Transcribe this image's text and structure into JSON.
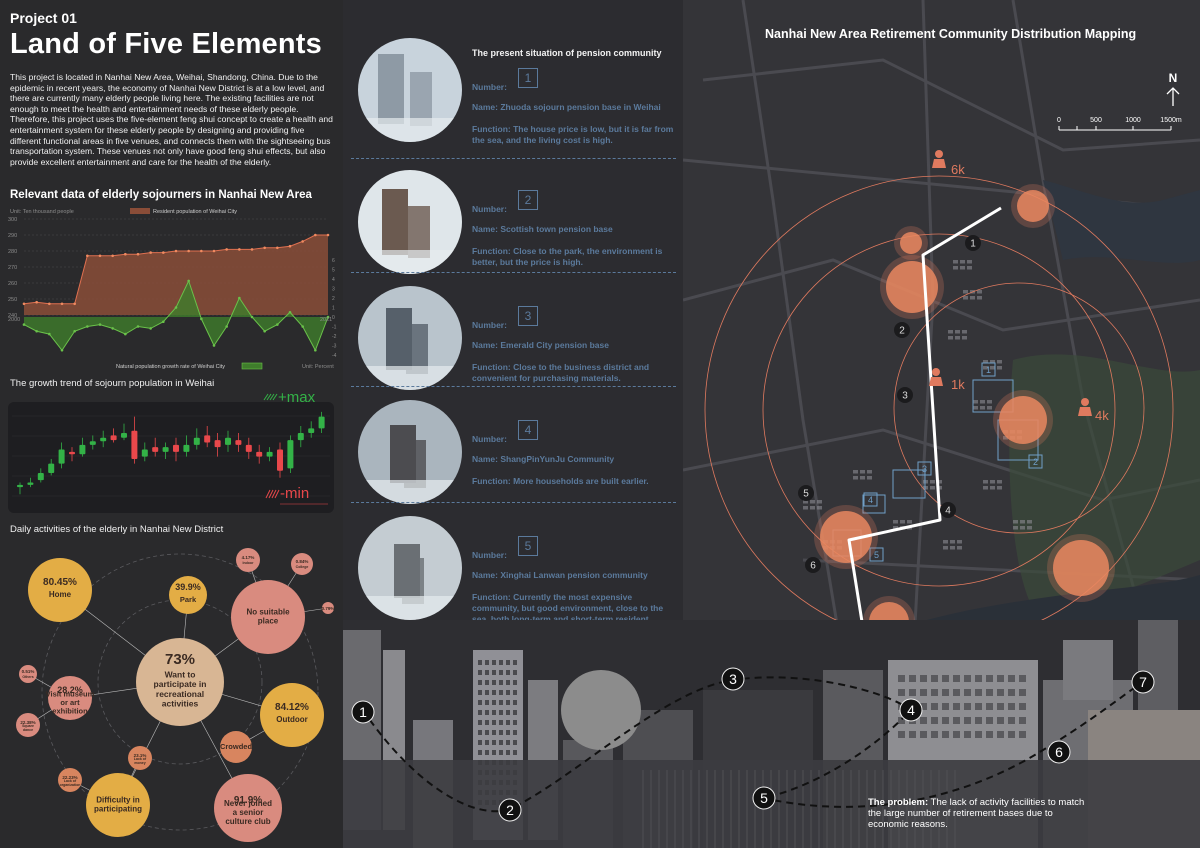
{
  "left": {
    "project_label": "Project 01",
    "title": "Land of Five Elements",
    "intro": "This project is located in Nanhai New Area, Weihai, Shandong, China. Due to the epidemic in recent years, the economy of Nanhai New District is at a low level, and there are currently many elderly people living here. The existing facilities are not enough to meet the health and entertainment needs of these elderly people. Therefore, this project uses the five-element feng shui concept to create a health and entertainment system for these elderly people by designing and providing five different functional areas in five venues, and connects them with the sightseeing bus transportation system. These venues not only have good feng shui effects, but also provide excellent entertainment and care for the health of the elderly.",
    "data_title": "Relevant data of elderly sojourners in Nanhai New Area",
    "growth_title": "The growth trend of sojourn population in Weihai",
    "daily_title": "Daily activities of the elderly in Nanhai New District",
    "max_label": "+max",
    "min_label": "-min"
  },
  "chart_data": [
    {
      "type": "area",
      "subtitle": "Unit: Ten thousand people",
      "legend_resident": "Resident population of Weihai City",
      "legend_growth": "Natural population growth rate of Weihai City",
      "unit_right": "Unit: Percent",
      "y_ticks": [
        300,
        290,
        280,
        270,
        260,
        250,
        240
      ],
      "y_right_ticks": [
        6,
        5,
        4,
        3,
        2,
        1,
        0,
        -1,
        -2,
        -3,
        -4
      ],
      "x_first": "2000",
      "x_last": "2021",
      "resident": [
        247,
        248,
        247,
        247,
        247,
        277,
        277,
        277,
        278,
        278,
        279,
        279,
        280,
        280,
        280,
        280,
        281,
        281,
        281,
        282,
        282,
        283,
        286,
        290,
        290
      ],
      "growth": [
        -0.8,
        -1.5,
        -1.8,
        -3.5,
        -1.5,
        -1.0,
        -0.8,
        -1.2,
        -1.8,
        -1.0,
        -1.2,
        -0.5,
        1.0,
        3.8,
        -0.2,
        -3.0,
        -1.0,
        2.0,
        0.0,
        -1.5,
        -0.8,
        0.5,
        -1.0,
        -3.5,
        0.0
      ]
    },
    {
      "type": "candlestick",
      "candles": [
        {
          "o": 36,
          "c": 38,
          "h": 40,
          "l": 30
        },
        {
          "o": 38,
          "c": 40,
          "h": 44,
          "l": 36
        },
        {
          "o": 42,
          "c": 48,
          "h": 52,
          "l": 40
        },
        {
          "o": 48,
          "c": 56,
          "h": 60,
          "l": 46
        },
        {
          "o": 56,
          "c": 68,
          "h": 74,
          "l": 52
        },
        {
          "o": 66,
          "c": 64,
          "h": 70,
          "l": 58
        },
        {
          "o": 64,
          "c": 72,
          "h": 78,
          "l": 62
        },
        {
          "o": 72,
          "c": 75,
          "h": 80,
          "l": 68
        },
        {
          "o": 75,
          "c": 78,
          "h": 84,
          "l": 70
        },
        {
          "o": 80,
          "c": 76,
          "h": 86,
          "l": 74
        },
        {
          "o": 78,
          "c": 82,
          "h": 90,
          "l": 76
        },
        {
          "o": 84,
          "c": 60,
          "h": 96,
          "l": 56
        },
        {
          "o": 62,
          "c": 68,
          "h": 74,
          "l": 58
        },
        {
          "o": 70,
          "c": 66,
          "h": 78,
          "l": 62
        },
        {
          "o": 66,
          "c": 70,
          "h": 74,
          "l": 60
        },
        {
          "o": 72,
          "c": 66,
          "h": 78,
          "l": 58
        },
        {
          "o": 66,
          "c": 72,
          "h": 80,
          "l": 62
        },
        {
          "o": 72,
          "c": 78,
          "h": 86,
          "l": 68
        },
        {
          "o": 80,
          "c": 74,
          "h": 88,
          "l": 70
        },
        {
          "o": 76,
          "c": 70,
          "h": 82,
          "l": 62
        },
        {
          "o": 72,
          "c": 78,
          "h": 84,
          "l": 66
        },
        {
          "o": 76,
          "c": 72,
          "h": 82,
          "l": 66
        },
        {
          "o": 72,
          "c": 66,
          "h": 78,
          "l": 60
        },
        {
          "o": 66,
          "c": 62,
          "h": 72,
          "l": 56
        },
        {
          "o": 62,
          "c": 66,
          "h": 70,
          "l": 58
        },
        {
          "o": 68,
          "c": 50,
          "h": 74,
          "l": 44
        },
        {
          "o": 52,
          "c": 76,
          "h": 80,
          "l": 48
        },
        {
          "o": 76,
          "c": 82,
          "h": 88,
          "l": 70
        },
        {
          "o": 82,
          "c": 86,
          "h": 92,
          "l": 78
        },
        {
          "o": 86,
          "c": 96,
          "h": 100,
          "l": 82
        }
      ]
    }
  ],
  "bubbles": [
    {
      "id": "center",
      "pct": "73%",
      "label": "Want to participate in recreational activities",
      "color": "#d8b694"
    },
    {
      "id": "home",
      "pct": "80.45%",
      "label": "Home",
      "color": "#e3ad45"
    },
    {
      "id": "park",
      "pct": "39.9%",
      "label": "Park",
      "color": "#e3ad45"
    },
    {
      "id": "noplace",
      "pct": "",
      "label": "No suitable place",
      "color": "#d98b7f"
    },
    {
      "id": "museum",
      "pct": "28.2%",
      "label": "Visit museum or art exhibition",
      "color": "#d98b7f"
    },
    {
      "id": "outdoor",
      "pct": "84.12%",
      "label": "Outdoor",
      "color": "#e3ad45"
    },
    {
      "id": "crowded",
      "pct": "",
      "label": "Crowded",
      "color": "#d8855f"
    },
    {
      "id": "difficulty",
      "pct": "",
      "label": "Difficulty in participating",
      "color": "#e3ad45"
    },
    {
      "id": "never",
      "pct": "91.9%",
      "label": "Never joined a senior culture club",
      "color": "#d98b7f"
    },
    {
      "id": "s1",
      "pct": "4.17%",
      "label": "Indoor",
      "color": "#d98b7f"
    },
    {
      "id": "s2",
      "pct": "0.84%",
      "label": "College",
      "color": "#d98b7f"
    },
    {
      "id": "s3",
      "pct": "0.79%",
      "label": "",
      "color": "#d98b7f"
    },
    {
      "id": "s4",
      "pct": "0.51%",
      "label": "Others",
      "color": "#d98b7f"
    },
    {
      "id": "s5",
      "pct": "22.38%",
      "label": "Square dance",
      "color": "#d98b7f"
    },
    {
      "id": "s6",
      "pct": "23.1%",
      "label": "Lack of money",
      "color": "#d8855f"
    },
    {
      "id": "s7",
      "pct": "22.23%",
      "label": "Lack of organization",
      "color": "#d8855f"
    }
  ],
  "middle": {
    "heading": "The present situation of pension community",
    "number_label": "Number:",
    "cards": [
      {
        "num": "1",
        "name": "Name: Zhuoda sojourn pension base in Weihai",
        "func": "Function: The house price is low, but it is far from the sea, and the living cost is high."
      },
      {
        "num": "2",
        "name": "Name: Scottish town pension base",
        "func": "Function: Close to the park, the environment is better, but the price is high."
      },
      {
        "num": "3",
        "name": "Name: Emerald City pension base",
        "func": "Function: Close to the business district and convenient for purchasing materials."
      },
      {
        "num": "4",
        "name": "Name: ShangPinYunJu Community",
        "func": "Function: More households are built earlier."
      },
      {
        "num": "5",
        "name": "Name: Xinghai Lanwan pension community",
        "func": "Function: Currently the most expensive community, but good environment, close to the sea, both long-term and short-term resident elderly residents."
      }
    ]
  },
  "map": {
    "title": "Nanhai New Area Retirement Community Distribution Mapping",
    "north": "N",
    "scale": [
      "0",
      "500",
      "1000",
      "1500m"
    ],
    "pop_labels": [
      "6k",
      "1k",
      "4k"
    ],
    "route_numbers": [
      "1",
      "2",
      "3",
      "4",
      "5",
      "6",
      "7"
    ],
    "community_numbers": [
      "1",
      "2",
      "3",
      "4",
      "5"
    ],
    "accent": "#e07a5f",
    "route_color": "#ffffff"
  },
  "collage": {
    "route_numbers": [
      "1",
      "2",
      "3",
      "4",
      "5",
      "6",
      "7"
    ]
  },
  "problem": {
    "lead": "The problem:",
    "text": " The lack of activity facilities to match the large number of retirement bases due to economic reasons."
  }
}
